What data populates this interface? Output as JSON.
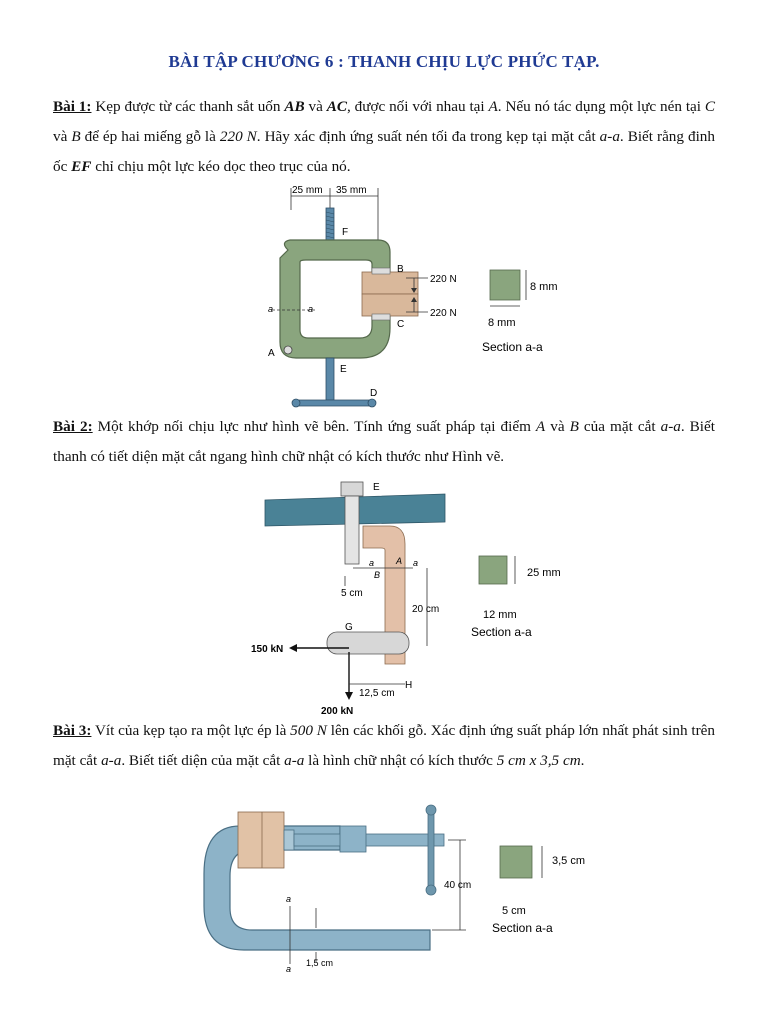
{
  "title": "BÀI TẬP CHƯƠNG 6 : THANH CHỊU LỰC PHỨC TẠP.",
  "ex1": {
    "label": "Bài 1:",
    "t1": " Kẹp được từ các thanh sắt uốn ",
    "ab": "AB",
    "t2": " và ",
    "ac": "AC",
    "t3": ", được nối với nhau tại ",
    "a": "A",
    "t4": ". Nếu nó tác dụng một lực nén tại ",
    "c": "C",
    "t5": " và ",
    "b": "B",
    "t6": " để ép hai miếng gỗ là ",
    "force": "220 N",
    "t7": ". Hãy xác định ứng suất nén tối đa trong kẹp tại mặt cắt ",
    "aa": "a-a",
    "t8": ". Biết rằng đinh ốc ",
    "ef": "EF",
    "t9": " chỉ chịu một lực kéo dọc theo trục của nó.",
    "fig": {
      "dim1": "25 mm",
      "dim2": "35 mm",
      "F": "F",
      "B": "B",
      "C": "C",
      "A": "A",
      "E": "E",
      "D": "D",
      "f1": "220 N",
      "f2": "220 N",
      "sa1": "a",
      "sa2": "a",
      "sec_h": "8 mm",
      "sec_w": "8 mm",
      "sec_label": "Section a-a"
    }
  },
  "ex2": {
    "label": "Bài 2:",
    "t1": " Một khớp nối chịu lực như hình vẽ bên. Tính ứng suất pháp tại điểm ",
    "a": "A",
    "t2": " và ",
    "b": "B",
    "t3": " của mặt cắt ",
    "aa": "a-a",
    "t4": ". Biết thanh có tiết diện mặt cắt ngang hình chữ nhật có kích thước như Hình vẽ.",
    "fig": {
      "E": "E",
      "a1": "a",
      "a2": "a",
      "A": "A",
      "B": "B",
      "d5": "5 cm",
      "d20": "20 cm",
      "G": "G",
      "f150": "150 kN",
      "H": "H",
      "d125": "12,5 cm",
      "f200": "200 kN",
      "sec_h": "25 mm",
      "sec_w": "12 mm",
      "sec_label": "Section a-a"
    }
  },
  "ex3": {
    "label": "Bài 3:",
    "t1": " Vít của kẹp tạo ra một lực ép là ",
    "force": "500 N",
    "t2": " lên các khối gỗ. Xác định ứng suất pháp lớn nhất phát sinh trên mặt cắt ",
    "aa": "a-a",
    "t3": ". Biết tiết diện của mặt cắt ",
    "aa2": "a-a",
    "t4": " là hình chữ nhật có kích thước ",
    "dims": "5 cm x 3,5 cm",
    "t5": ".",
    "fig": {
      "d40": "40 cm",
      "a1": "a",
      "a2": "a",
      "d15": "1,5 cm",
      "sec_h": "3,5 cm",
      "sec_w": "5 cm",
      "sec_label": "Section a-a"
    }
  }
}
